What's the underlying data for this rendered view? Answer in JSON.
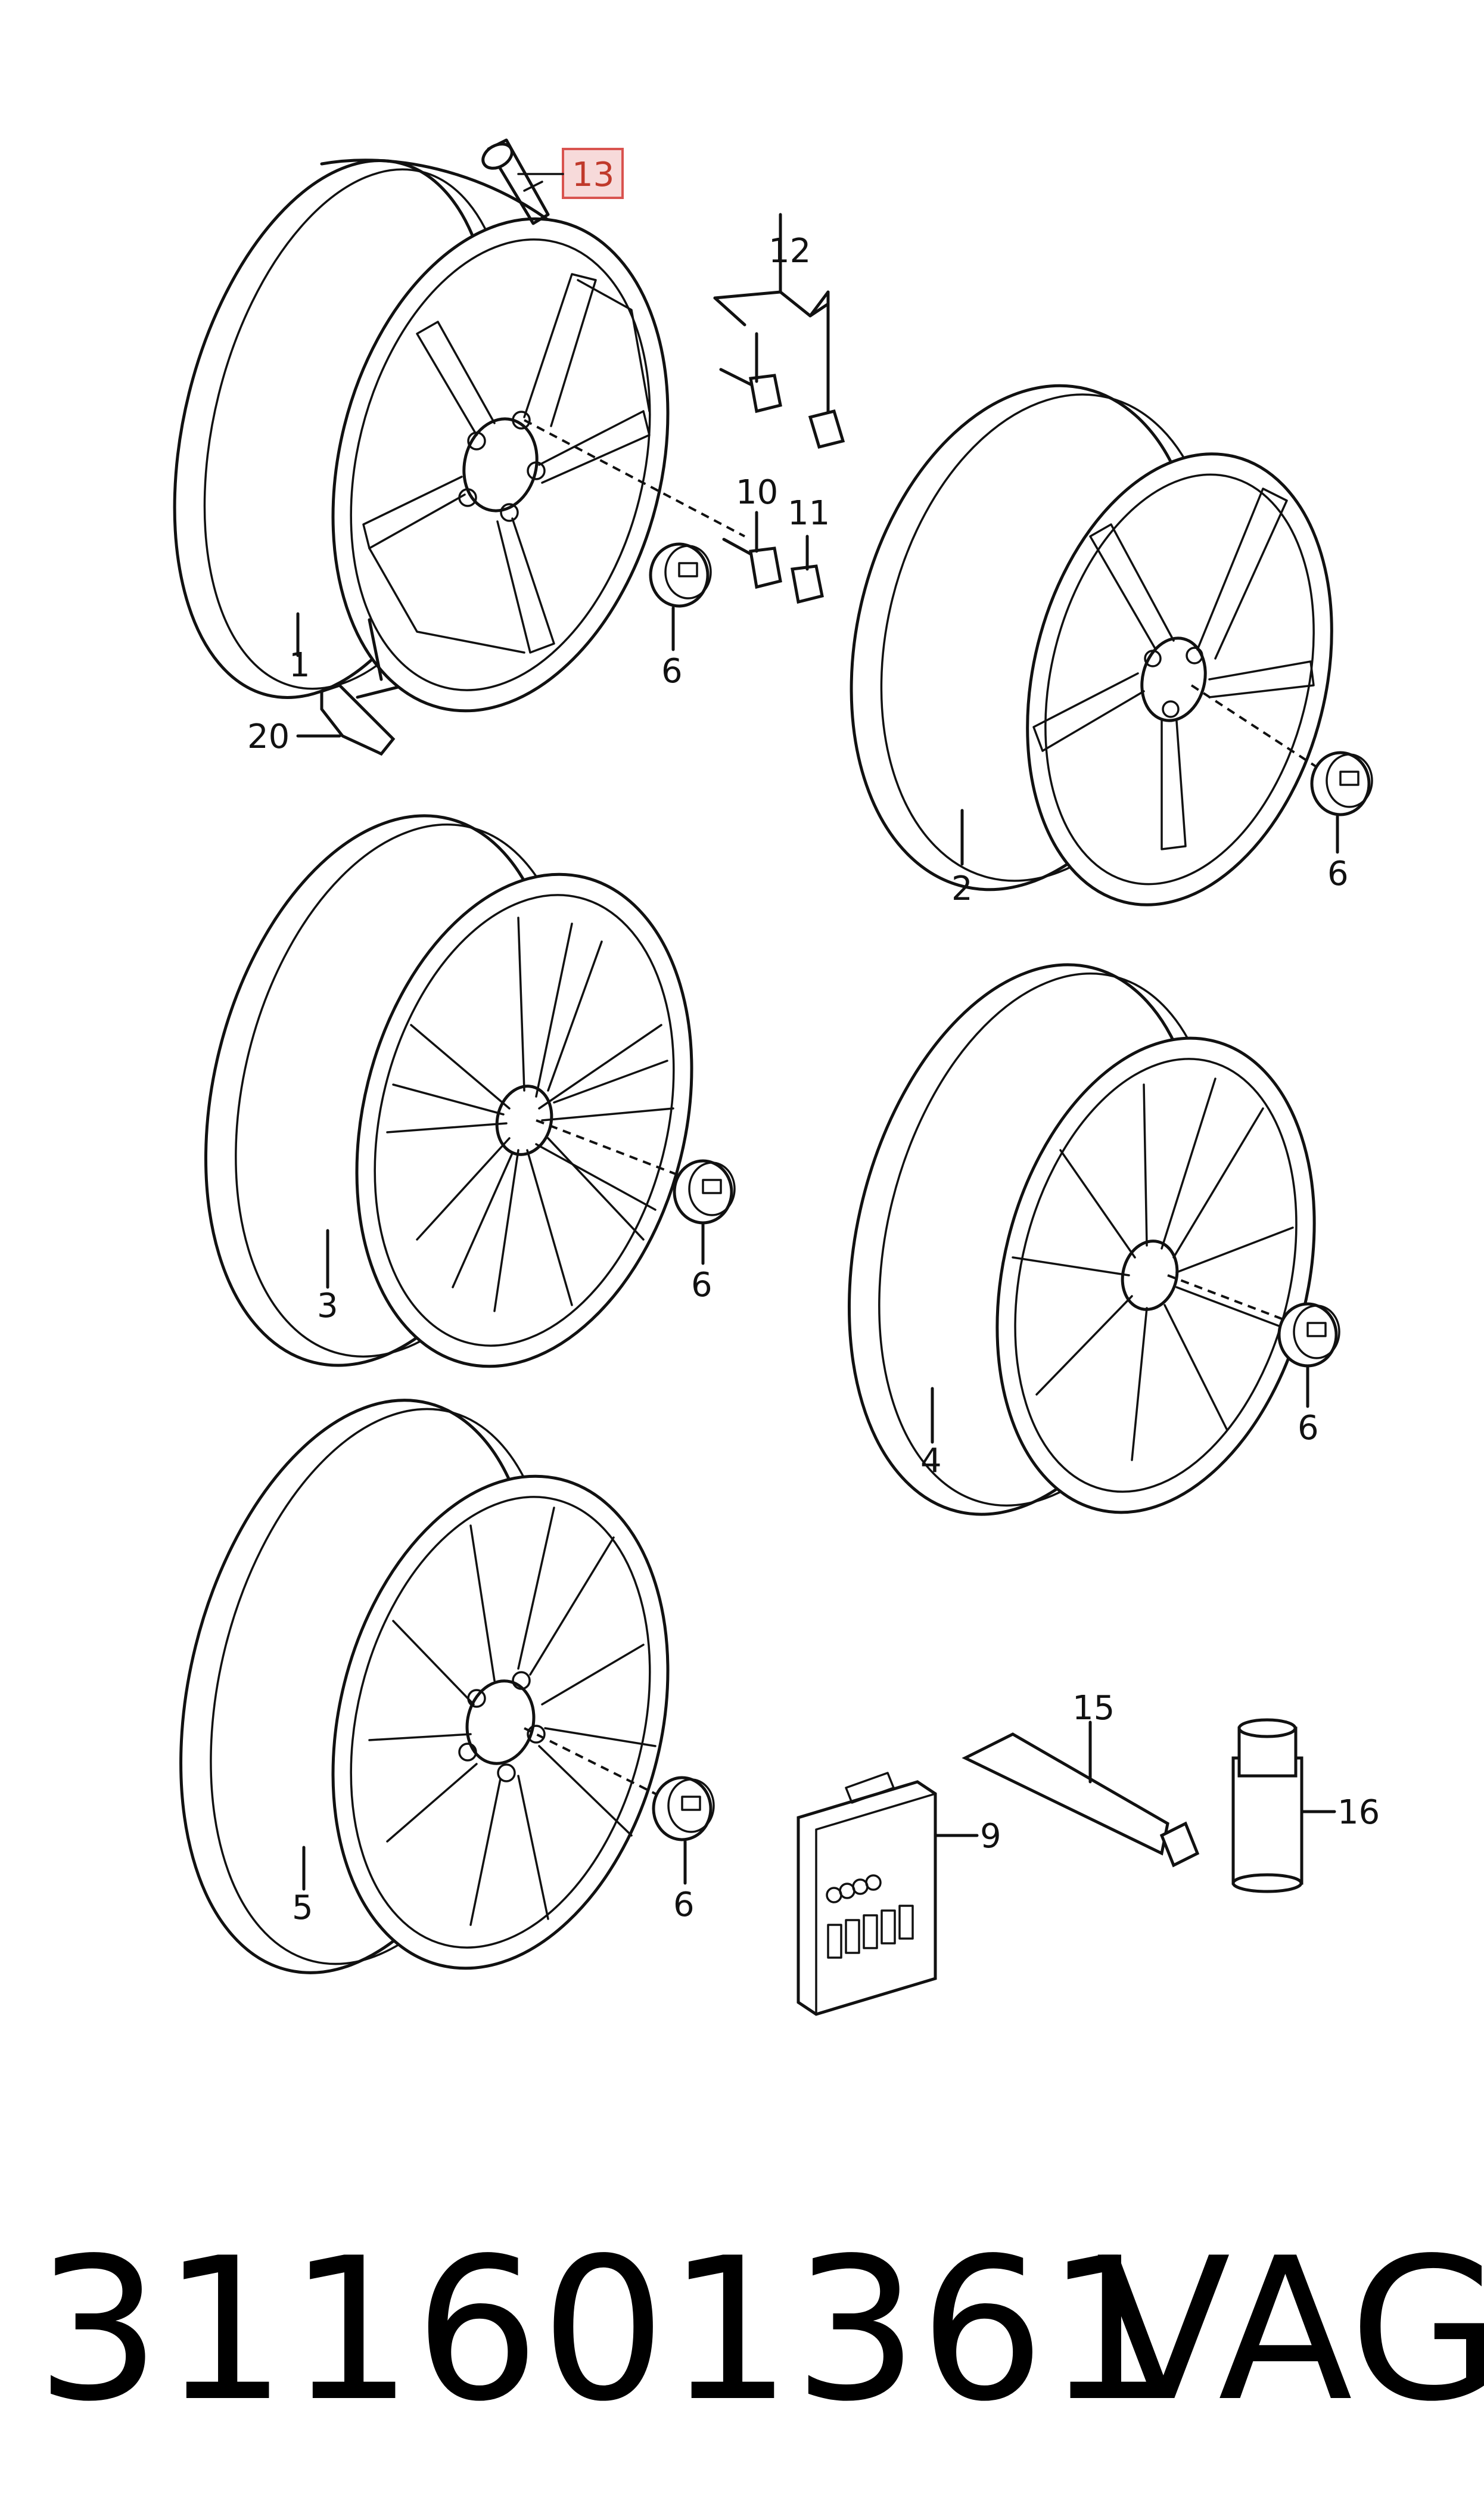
{
  "callouts": {
    "c1": "1",
    "c2": "2",
    "c3": "3",
    "c4": "4",
    "c5": "5",
    "c6": "6",
    "c9": "9",
    "c10": "10",
    "c11": "11",
    "c12": "12",
    "c13": "13",
    "c15": "15",
    "c16": "16",
    "c20": "20"
  },
  "highlighted_callout": "13",
  "highlight_color": "#d9534f",
  "footer": {
    "part_number": "311601361",
    "brand": "VAG"
  }
}
